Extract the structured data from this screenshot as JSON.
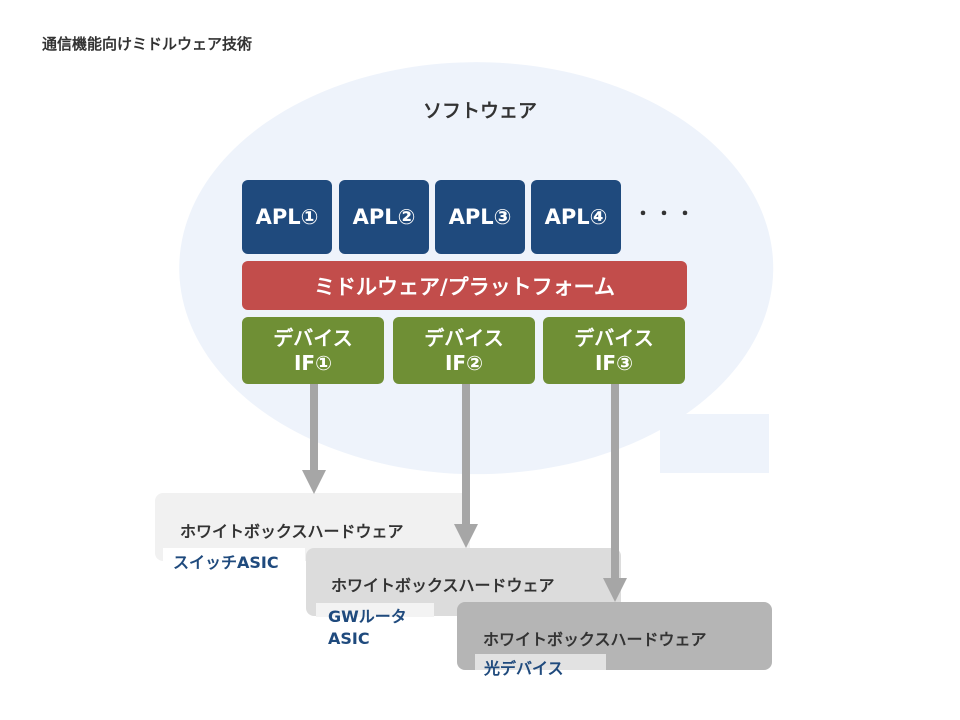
{
  "title": "通信機能向けミドルウェア技術",
  "software": {
    "label": "ソフトウェア",
    "apls": [
      "APL①",
      "APL②",
      "APL③",
      "APL④"
    ],
    "ellipsis": "・・・",
    "middleware": "ミドルウェア/プラットフォーム",
    "devices": [
      {
        "line1": "デバイス",
        "line2": "IF①"
      },
      {
        "line1": "デバイス",
        "line2": "IF②"
      },
      {
        "line1": "デバイス",
        "line2": "IF③"
      }
    ]
  },
  "hardware": [
    {
      "label": "ホワイトボックスハードウェア",
      "chip": "スイッチASIC"
    },
    {
      "label": "ホワイトボックスハードウェア",
      "chip_line1": "GWルータ",
      "chip_line2": "ASIC"
    },
    {
      "label": "ホワイトボックスハードウェア",
      "chip": "光デバイス"
    }
  ],
  "colors": {
    "apl": "#1f4a7d",
    "middleware": "#c24d4b",
    "device": "#6f8f35",
    "bubble": "#eef3fb",
    "arrow": "#a6a6a6"
  }
}
